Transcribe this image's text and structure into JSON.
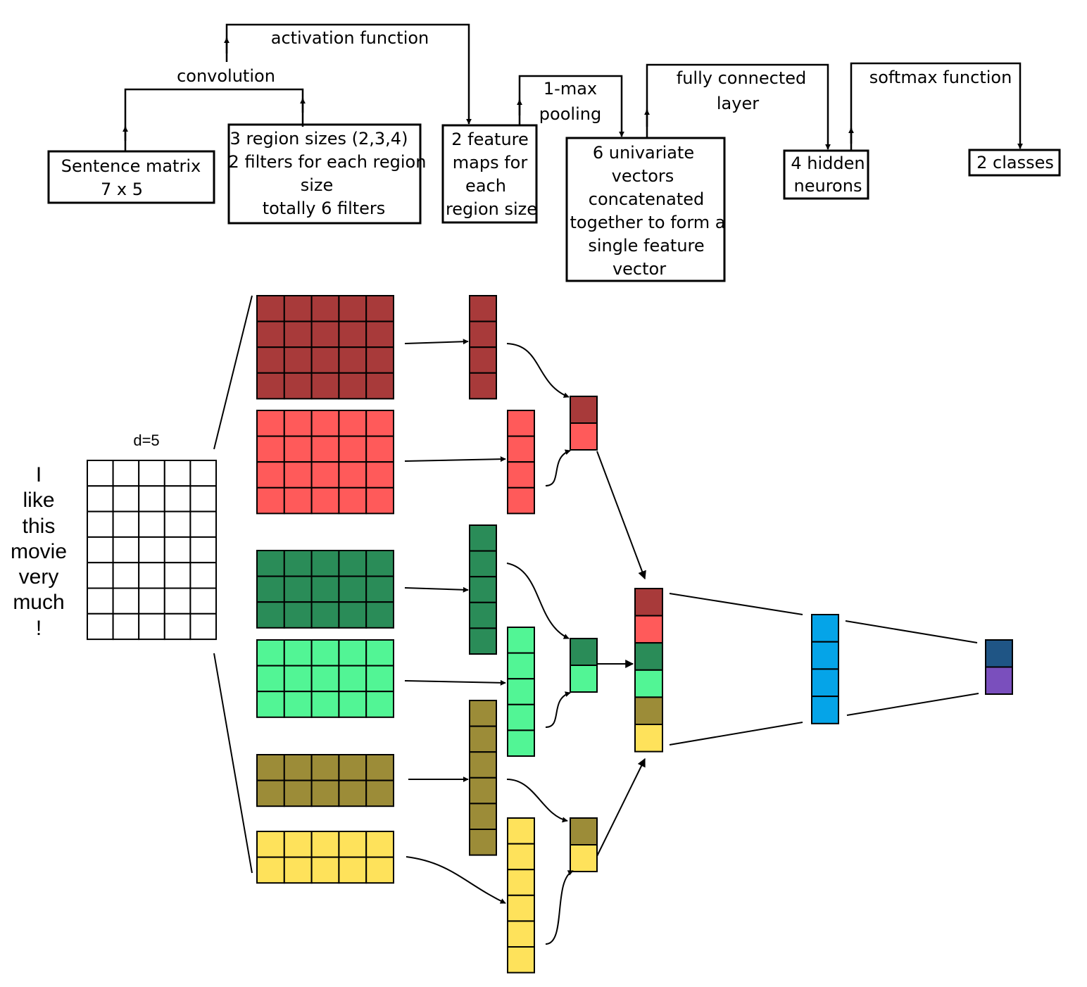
{
  "labels": {
    "activation": "activation function",
    "convolution": "convolution",
    "pooling": [
      "1-max",
      "pooling"
    ],
    "fully_connected": [
      "fully connected",
      "layer"
    ],
    "softmax": "softmax function",
    "d": "d=5"
  },
  "boxes": {
    "sentence_matrix": [
      "Sentence matrix",
      "7 x 5"
    ],
    "region_sizes": [
      "3 region sizes (2,3,4)",
      "2 filters for each region",
      "size",
      "totally 6 filters"
    ],
    "feature_maps": [
      "2 feature",
      "maps for",
      "each",
      "region size"
    ],
    "univariate": [
      "6 univariate",
      "vectors",
      "concatenated",
      "together to form a",
      "single feature",
      "vector"
    ],
    "hidden": [
      "4 hidden",
      "neurons"
    ],
    "classes": [
      "2 classes"
    ]
  },
  "sentence_words": [
    "I",
    "like",
    "this",
    "movie",
    "very",
    "much",
    "!"
  ],
  "sentence_matrix": {
    "rows": 7,
    "cols": 5
  },
  "colors": {
    "dark_red": "#a83a3a",
    "red": "#ff5a5a",
    "dark_green": "#2a8c58",
    "green": "#52f595",
    "olive": "#9c8c38",
    "yellow": "#fee25b",
    "blue": "#05a4e8",
    "navy": "#1f5585",
    "purple": "#7a4fbd"
  },
  "filters": [
    {
      "region_size": 4,
      "color": "dark_red",
      "rows": 4,
      "cols": 5
    },
    {
      "region_size": 4,
      "color": "red",
      "rows": 4,
      "cols": 5
    },
    {
      "region_size": 3,
      "color": "dark_green",
      "rows": 3,
      "cols": 5
    },
    {
      "region_size": 3,
      "color": "green",
      "rows": 3,
      "cols": 5
    },
    {
      "region_size": 2,
      "color": "olive",
      "rows": 2,
      "cols": 5
    },
    {
      "region_size": 2,
      "color": "yellow",
      "rows": 2,
      "cols": 5
    }
  ],
  "feature_maps": [
    {
      "color": "dark_red",
      "length": 4
    },
    {
      "color": "red",
      "length": 4
    },
    {
      "color": "dark_green",
      "length": 5
    },
    {
      "color": "green",
      "length": 5
    },
    {
      "color": "olive",
      "length": 6
    },
    {
      "color": "yellow",
      "length": 6
    }
  ],
  "pooled_pairs": [
    [
      "dark_red",
      "red"
    ],
    [
      "dark_green",
      "green"
    ],
    [
      "olive",
      "yellow"
    ]
  ],
  "concatenated_vector": [
    "dark_red",
    "red",
    "dark_green",
    "green",
    "olive",
    "yellow"
  ],
  "hidden_layer": {
    "color": "blue",
    "units": 4
  },
  "output_layer": [
    "navy",
    "purple"
  ]
}
